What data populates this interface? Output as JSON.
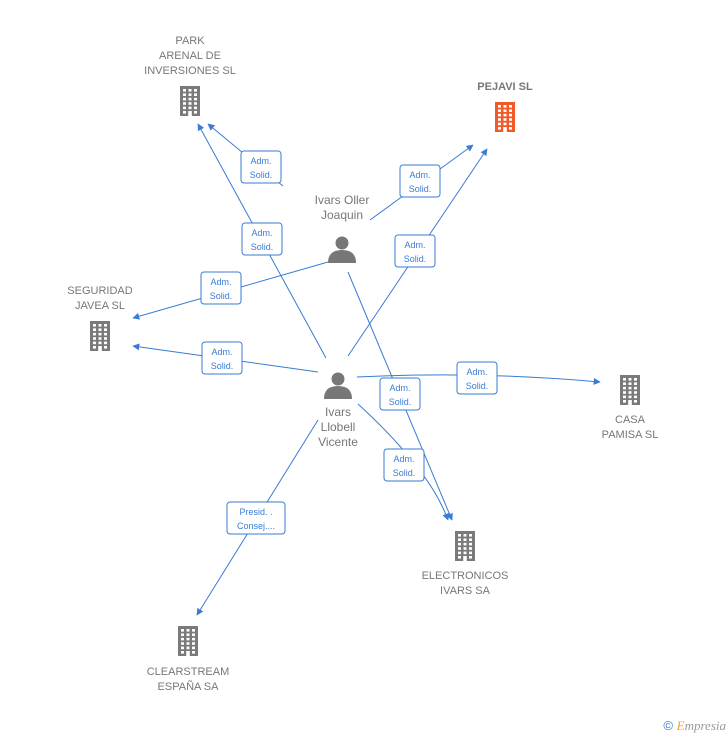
{
  "colors": {
    "edge": "#3a7bd5",
    "company": "#7a7a7a",
    "highlight_company": "#f05a28",
    "person": "#777777"
  },
  "companies": [
    {
      "id": "park",
      "lines": [
        "PARK",
        "ARENAL DE",
        "INVERSIONES SL"
      ],
      "highlight": false
    },
    {
      "id": "pejavi",
      "lines": [
        "PEJAVI SL"
      ],
      "highlight": true
    },
    {
      "id": "seguridad",
      "lines": [
        "SEGURIDAD",
        "JAVEA SL"
      ],
      "highlight": false
    },
    {
      "id": "casa",
      "lines": [
        "CASA",
        "PAMISA SL"
      ],
      "highlight": false
    },
    {
      "id": "electronicos",
      "lines": [
        "ELECTRONICOS",
        "IVARS SA"
      ],
      "highlight": false
    },
    {
      "id": "clearstream",
      "lines": [
        "CLEARSTREAM",
        "ESPAÑA SA"
      ],
      "highlight": false
    }
  ],
  "persons": [
    {
      "id": "oller",
      "lines": [
        "Ivars Oller",
        "Joaquin"
      ]
    },
    {
      "id": "llobell",
      "lines": [
        "Ivars",
        "Llobell",
        "Vicente"
      ]
    }
  ],
  "edges": [
    {
      "from": "oller",
      "to": "park",
      "label": [
        "Adm.",
        "Solid."
      ]
    },
    {
      "from": "oller",
      "to": "pejavi",
      "label": [
        "Adm.",
        "Solid."
      ]
    },
    {
      "from": "oller",
      "to": "seguridad",
      "label": [
        "Adm.",
        "Solid."
      ]
    },
    {
      "from": "oller",
      "to": "electronicos",
      "label": [
        "Adm.",
        "Solid."
      ]
    },
    {
      "from": "llobell",
      "to": "park",
      "label": [
        "Adm.",
        "Solid."
      ]
    },
    {
      "from": "llobell",
      "to": "pejavi",
      "label": [
        "Adm.",
        "Solid."
      ]
    },
    {
      "from": "llobell",
      "to": "seguridad",
      "label": [
        "Adm.",
        "Solid."
      ]
    },
    {
      "from": "llobell",
      "to": "casa",
      "label": [
        "Adm.",
        "Solid."
      ]
    },
    {
      "from": "llobell",
      "to": "electronicos",
      "label": [
        "Adm.",
        "Solid."
      ]
    },
    {
      "from": "llobell",
      "to": "clearstream",
      "label": [
        "Presid. .",
        "Consej...."
      ]
    }
  ],
  "footer": {
    "copyright": "©",
    "brand_initial": "E",
    "brand_rest": "mpresia"
  }
}
